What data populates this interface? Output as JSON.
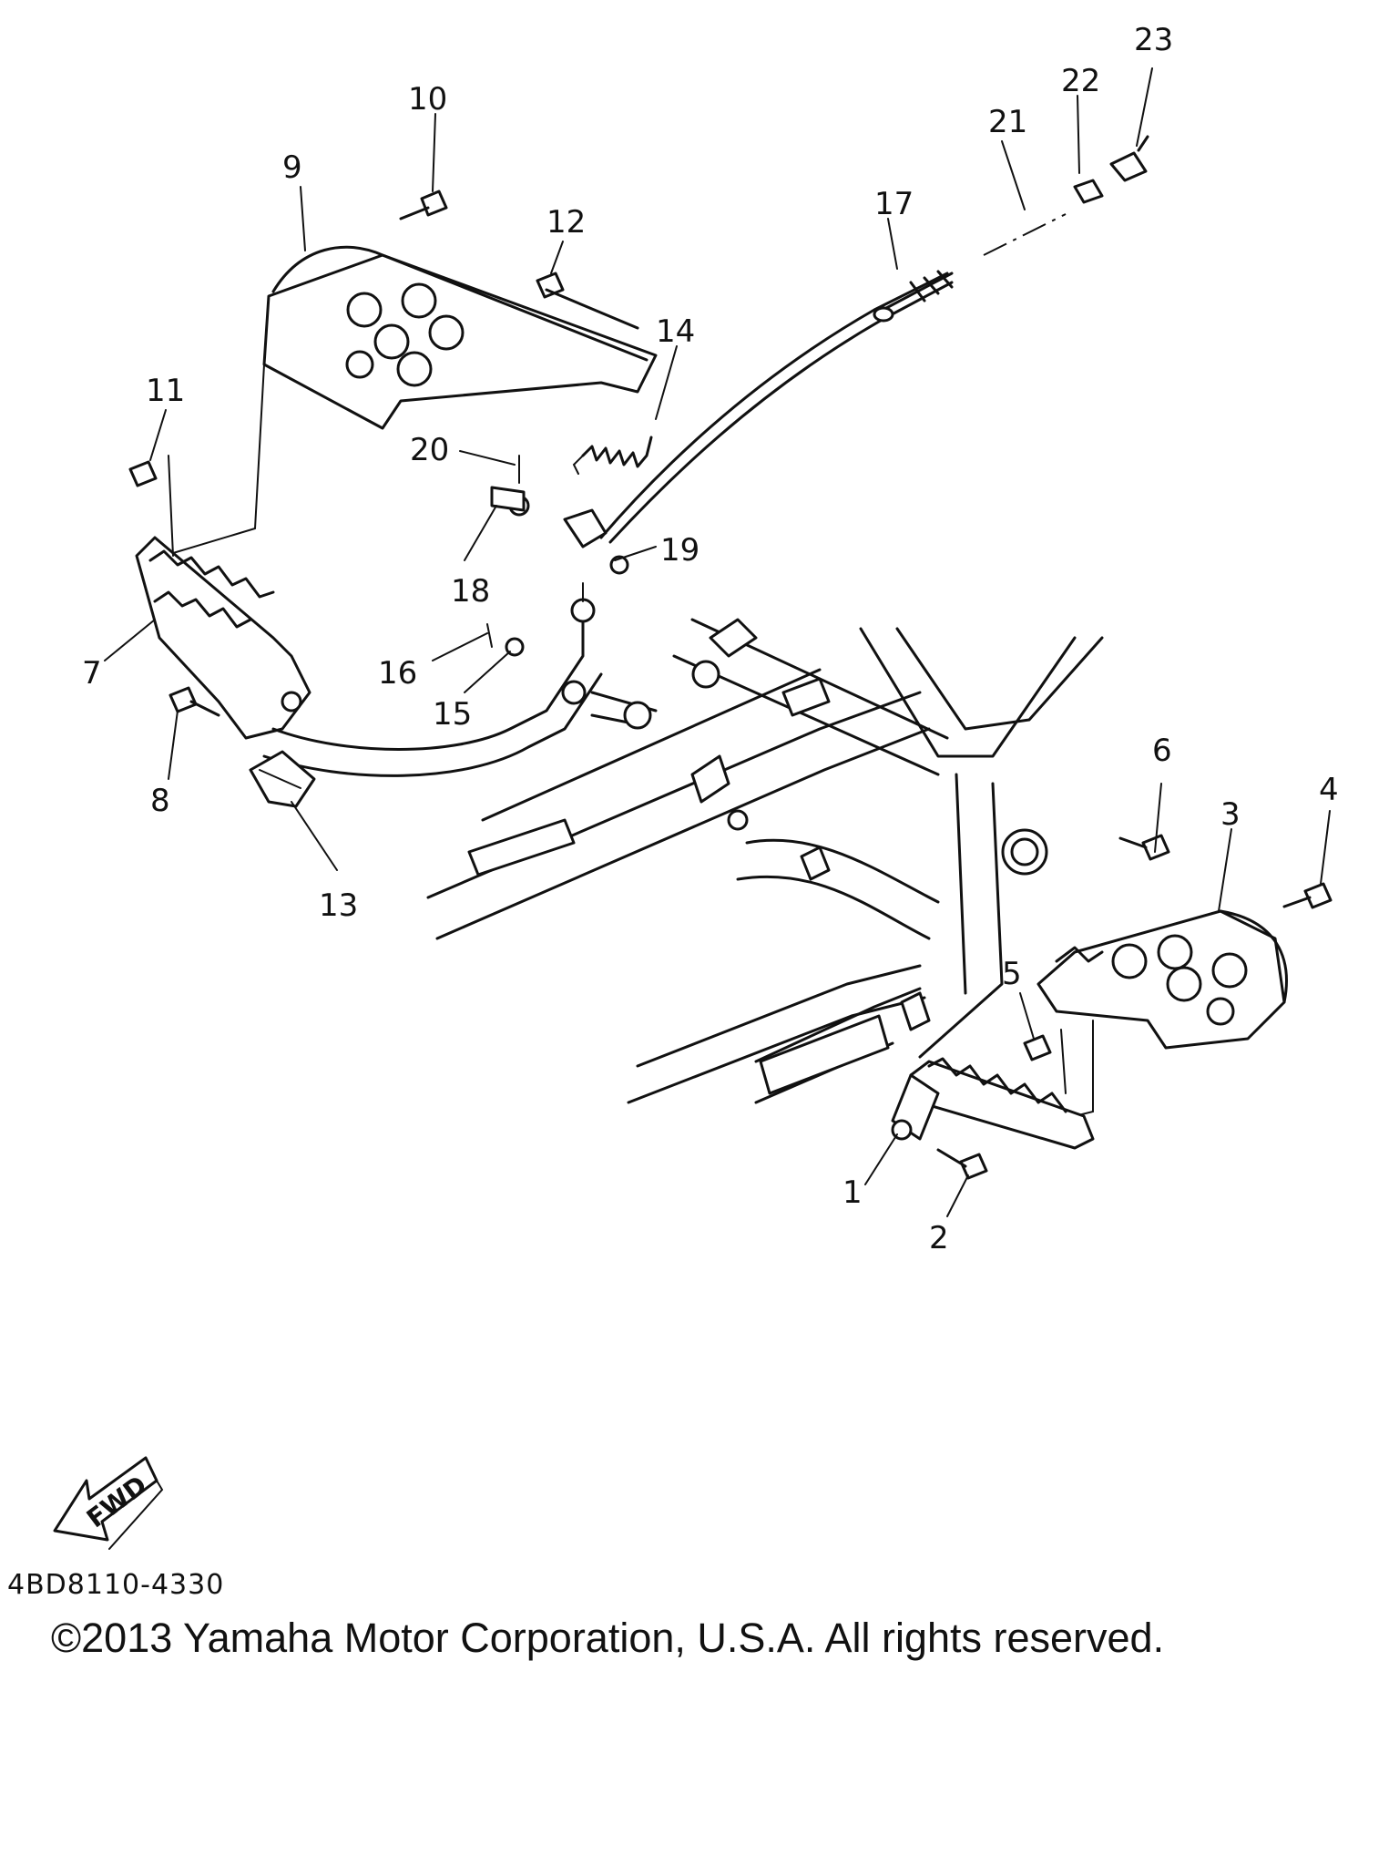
{
  "callouts": [
    {
      "id": "1",
      "text": "1"
    },
    {
      "id": "2",
      "text": "2"
    },
    {
      "id": "3",
      "text": "3"
    },
    {
      "id": "4",
      "text": "4"
    },
    {
      "id": "5",
      "text": "5"
    },
    {
      "id": "6",
      "text": "6"
    },
    {
      "id": "7",
      "text": "7"
    },
    {
      "id": "8",
      "text": "8"
    },
    {
      "id": "9",
      "text": "9"
    },
    {
      "id": "10",
      "text": "10"
    },
    {
      "id": "11",
      "text": "11"
    },
    {
      "id": "12",
      "text": "12"
    },
    {
      "id": "13",
      "text": "13"
    },
    {
      "id": "14",
      "text": "14"
    },
    {
      "id": "15",
      "text": "15"
    },
    {
      "id": "16",
      "text": "16"
    },
    {
      "id": "17",
      "text": "17"
    },
    {
      "id": "18",
      "text": "18"
    },
    {
      "id": "19",
      "text": "19"
    },
    {
      "id": "20",
      "text": "20"
    },
    {
      "id": "21",
      "text": "21"
    },
    {
      "id": "22",
      "text": "22"
    },
    {
      "id": "23",
      "text": "23"
    }
  ],
  "fwd_label": "FWD",
  "diagram_code": "4BD8110-4330",
  "copyright": "©2013 Yamaha Motor Corporation, U.S.A. All rights reserved."
}
